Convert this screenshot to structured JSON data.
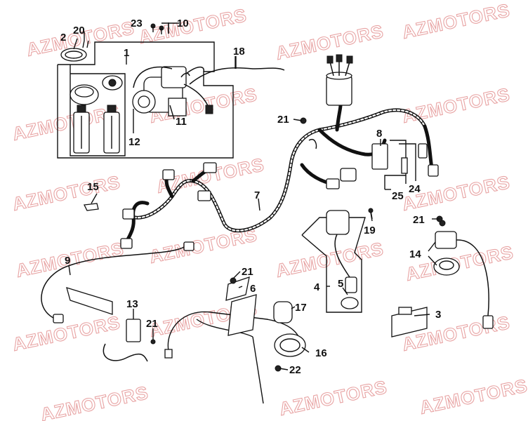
{
  "watermark": "AZMOTORS",
  "callouts": {
    "c1": "1",
    "c2": "2",
    "c3": "3",
    "c4": "4",
    "c5": "5",
    "c6": "6",
    "c7": "7",
    "c8": "8",
    "c9": "9",
    "c10": "10",
    "c11": "11",
    "c12": "12",
    "c13": "13",
    "c14": "14",
    "c15": "15",
    "c16": "16",
    "c17": "17",
    "c18": "18",
    "c19": "19",
    "c20": "20",
    "c21a": "21",
    "c21b": "21",
    "c21c": "21",
    "c21d": "21",
    "c22": "22",
    "c23": "23",
    "c24": "24",
    "c25": "25"
  },
  "colors": {
    "ink": "#111111",
    "watermark": "#e8a4a4",
    "background": "#ffffff"
  }
}
